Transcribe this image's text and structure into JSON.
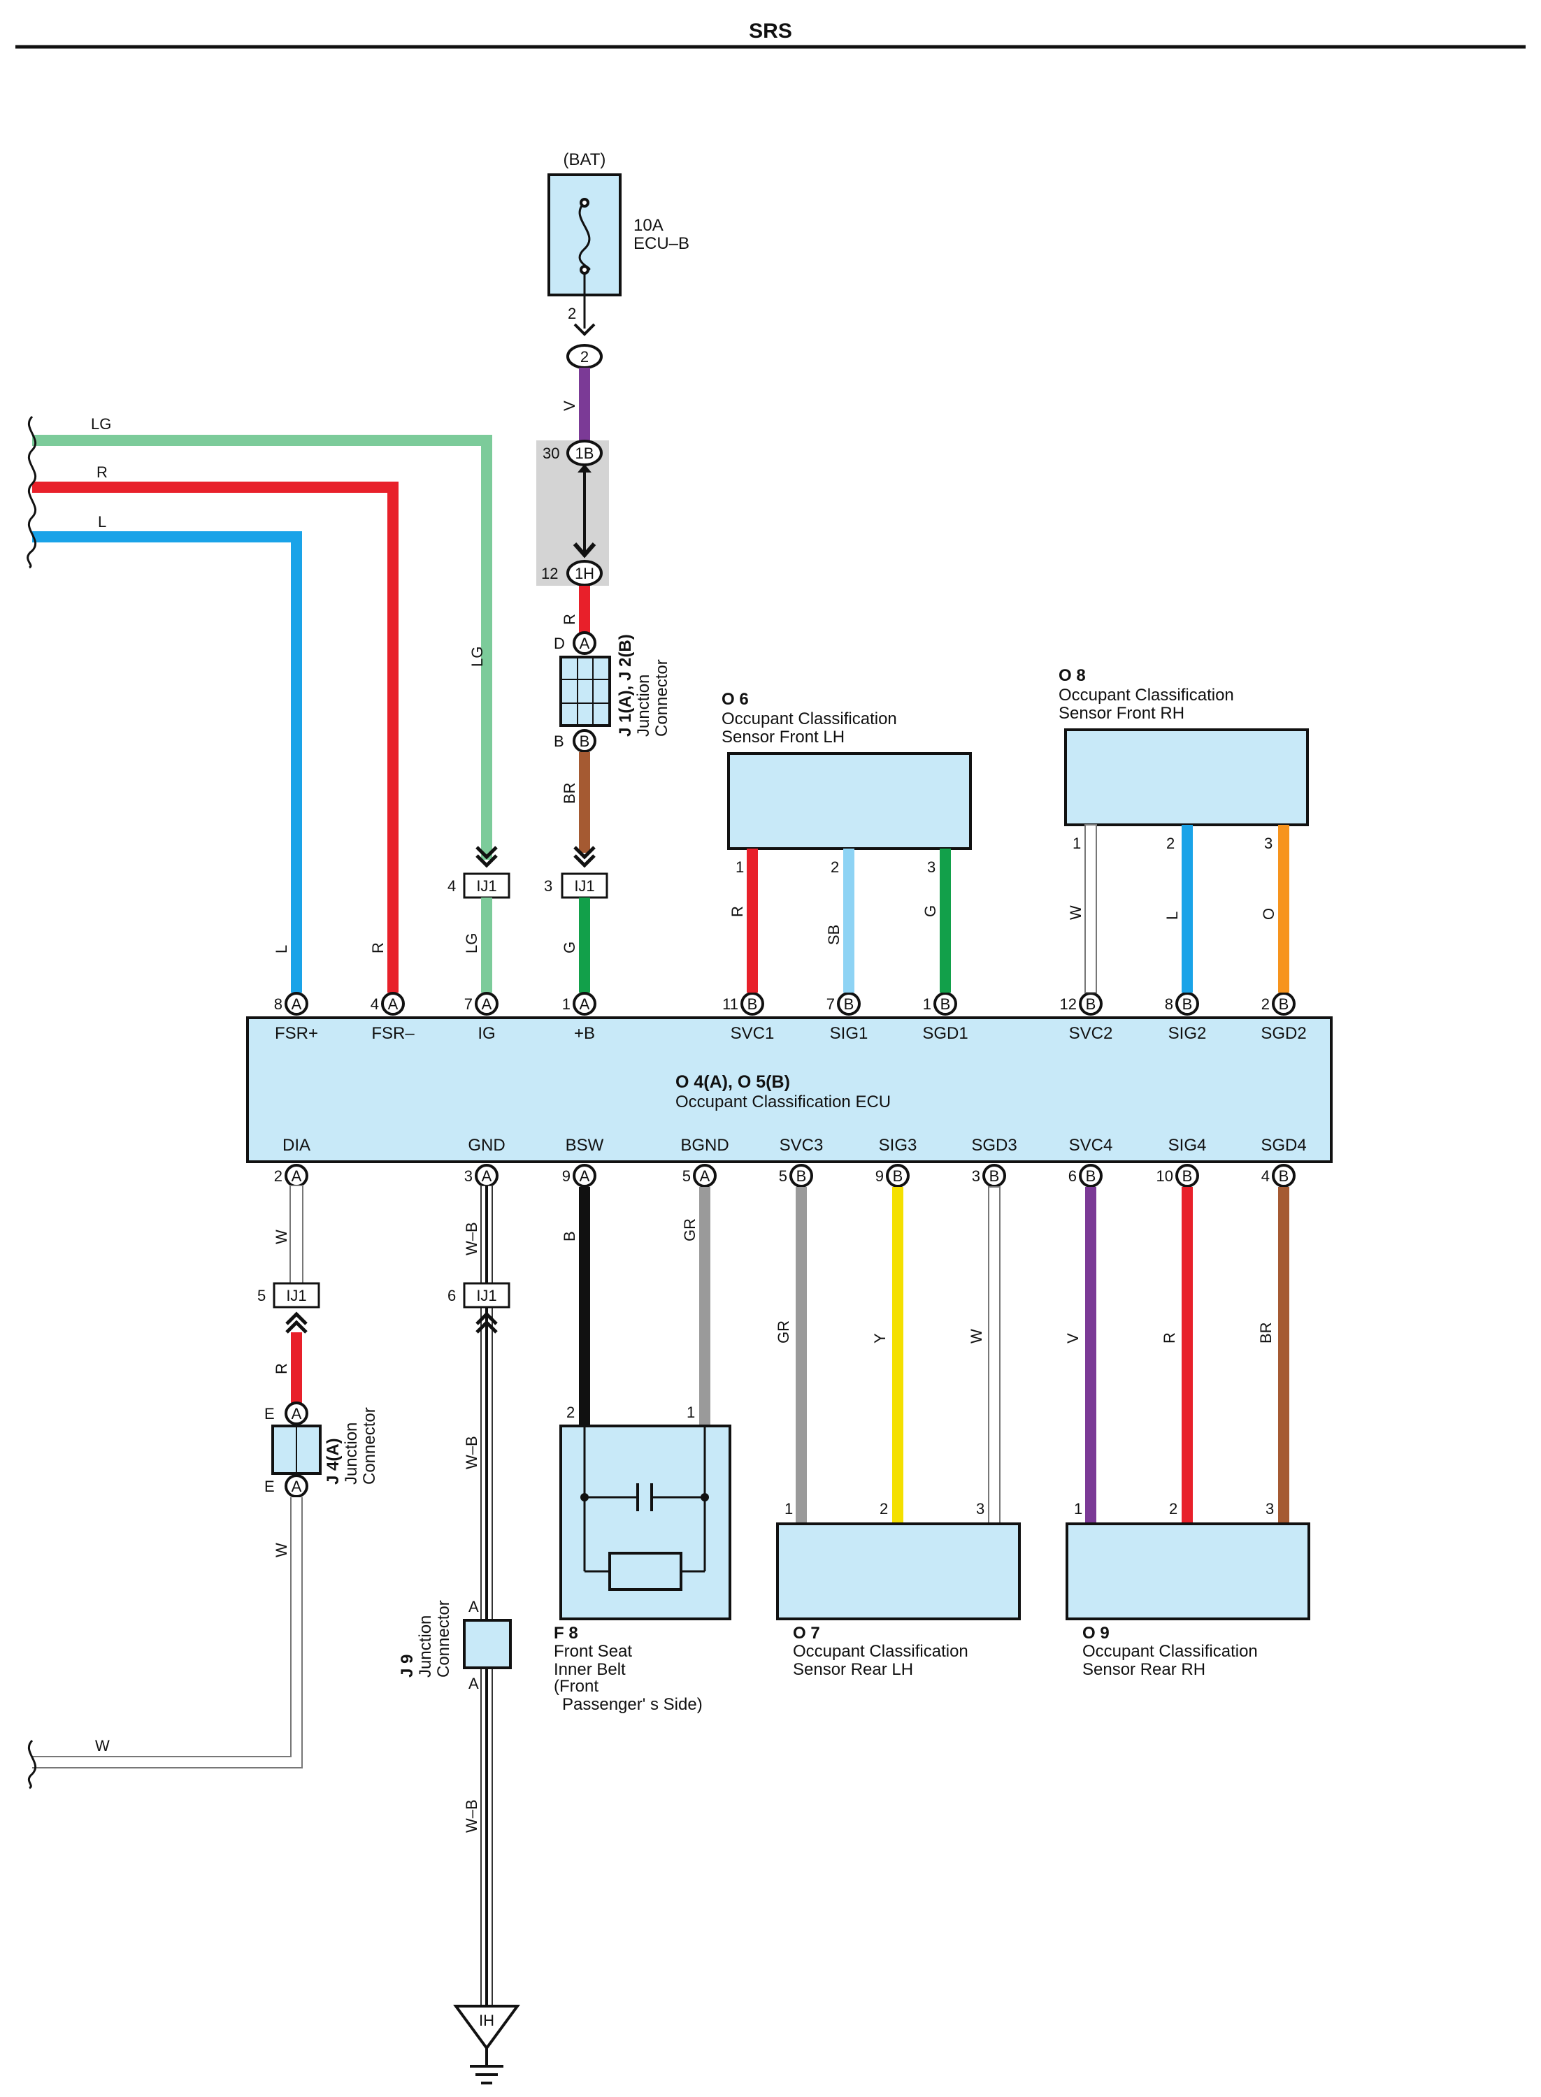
{
  "page_title": "SRS",
  "colors": {
    "LG": "#7ccb9a",
    "R": "#e8202a",
    "L": "#1aa3e8",
    "V": "#7b3a96",
    "BR": "#a55a32",
    "G": "#12a04a",
    "SB": "#8ed3f4",
    "W": "#ffffff",
    "O": "#f7941d",
    "B": "#111111",
    "GR": "#9a9a9a",
    "Y": "#f4e000",
    "WB": "#ffffff",
    "box": "#c8e9f8"
  },
  "battery": {
    "label": "(BAT)",
    "fuse_rating": "10A",
    "fuse_name": "ECU–B",
    "pin": "2",
    "plug": "2",
    "wire": "V"
  },
  "inline_connector": {
    "top_pin": "30",
    "top_code": "1B",
    "bottom_pin": "12",
    "bottom_code": "1H",
    "wire": "R"
  },
  "j1": {
    "code": "J 1(A), J 2(B)",
    "line1": "Junction",
    "line2": "Connector",
    "pin_top": "D",
    "pin_bottom": "B",
    "letter_top": "A",
    "letter_bottom": "B",
    "wire_out": "BR"
  },
  "left_wires": [
    {
      "label": "LG"
    },
    {
      "label": "R"
    },
    {
      "label": "L"
    }
  ],
  "ij1": {
    "label": "IJ1",
    "pins": {
      "lg": "4",
      "b": "3",
      "dia": "5",
      "gnd": "6"
    }
  },
  "ecu": {
    "title": "O 4(A), O 5(B)",
    "subtitle": "Occupant Classification ECU",
    "top_pins": [
      {
        "num": "8",
        "conn": "A",
        "name": "FSR+",
        "wire": "L"
      },
      {
        "num": "4",
        "conn": "A",
        "name": "FSR–",
        "wire": "R"
      },
      {
        "num": "7",
        "conn": "A",
        "name": "IG",
        "wire": "LG"
      },
      {
        "num": "1",
        "conn": "A",
        "name": "+B",
        "wire": "G"
      },
      {
        "num": "11",
        "conn": "B",
        "name": "SVC1",
        "wire": "R"
      },
      {
        "num": "7",
        "conn": "B",
        "name": "SIG1",
        "wire": "SB"
      },
      {
        "num": "1",
        "conn": "B",
        "name": "SGD1",
        "wire": "G"
      },
      {
        "num": "12",
        "conn": "B",
        "name": "SVC2",
        "wire": "W"
      },
      {
        "num": "8",
        "conn": "B",
        "name": "SIG2",
        "wire": "L"
      },
      {
        "num": "2",
        "conn": "B",
        "name": "SGD2",
        "wire": "O"
      }
    ],
    "bottom_pins": [
      {
        "num": "2",
        "conn": "A",
        "name": "DIA",
        "wire": "W"
      },
      {
        "num": "3",
        "conn": "A",
        "name": "GND",
        "wire": "W–B"
      },
      {
        "num": "9",
        "conn": "A",
        "name": "BSW",
        "wire": "B"
      },
      {
        "num": "5",
        "conn": "A",
        "name": "BGND",
        "wire": "GR"
      },
      {
        "num": "5",
        "conn": "B",
        "name": "SVC3",
        "wire": "GR"
      },
      {
        "num": "9",
        "conn": "B",
        "name": "SIG3",
        "wire": "Y"
      },
      {
        "num": "3",
        "conn": "B",
        "name": "SGD3",
        "wire": "W"
      },
      {
        "num": "6",
        "conn": "B",
        "name": "SVC4",
        "wire": "V"
      },
      {
        "num": "10",
        "conn": "B",
        "name": "SIG4",
        "wire": "R"
      },
      {
        "num": "4",
        "conn": "B",
        "name": "SGD4",
        "wire": "BR"
      }
    ]
  },
  "sensors": {
    "o6": {
      "code": "O 6",
      "line1": "Occupant Classification",
      "line2": "Sensor Front LH",
      "pins": [
        "1",
        "2",
        "3"
      ]
    },
    "o8": {
      "code": "O 8",
      "line1": "Occupant Classification",
      "line2": "Sensor Front RH",
      "pins": [
        "1",
        "2",
        "3"
      ]
    },
    "o7": {
      "code": "O 7",
      "line1": "Occupant Classification",
      "line2": "Sensor Rear LH",
      "pins": [
        "1",
        "2",
        "3"
      ]
    },
    "o9": {
      "code": "O 9",
      "line1": "Occupant Classification",
      "line2": "Sensor Rear RH",
      "pins": [
        "1",
        "2",
        "3"
      ]
    }
  },
  "f8": {
    "code": "F 8",
    "lines": [
      "Front Seat",
      "Inner Belt",
      "(Front",
      "Passenger' s Side)"
    ],
    "pins": [
      "2",
      "1"
    ]
  },
  "j4": {
    "code": "J 4(A)",
    "line1": "Junction",
    "line2": "Connector",
    "pin_label": "E",
    "letter": "A",
    "wire_in": "R",
    "wire_out": "W"
  },
  "j9": {
    "code": "J 9",
    "line1": "Junction",
    "line2": "Connector",
    "pin_top": "A",
    "pin_bottom": "A"
  },
  "dia_wire": {
    "upper": "W",
    "bottom_label": "W"
  },
  "gnd_wire": {
    "upper": "W–B",
    "mid": "W–B",
    "low": "W–B"
  },
  "ground": {
    "label": "IH"
  }
}
